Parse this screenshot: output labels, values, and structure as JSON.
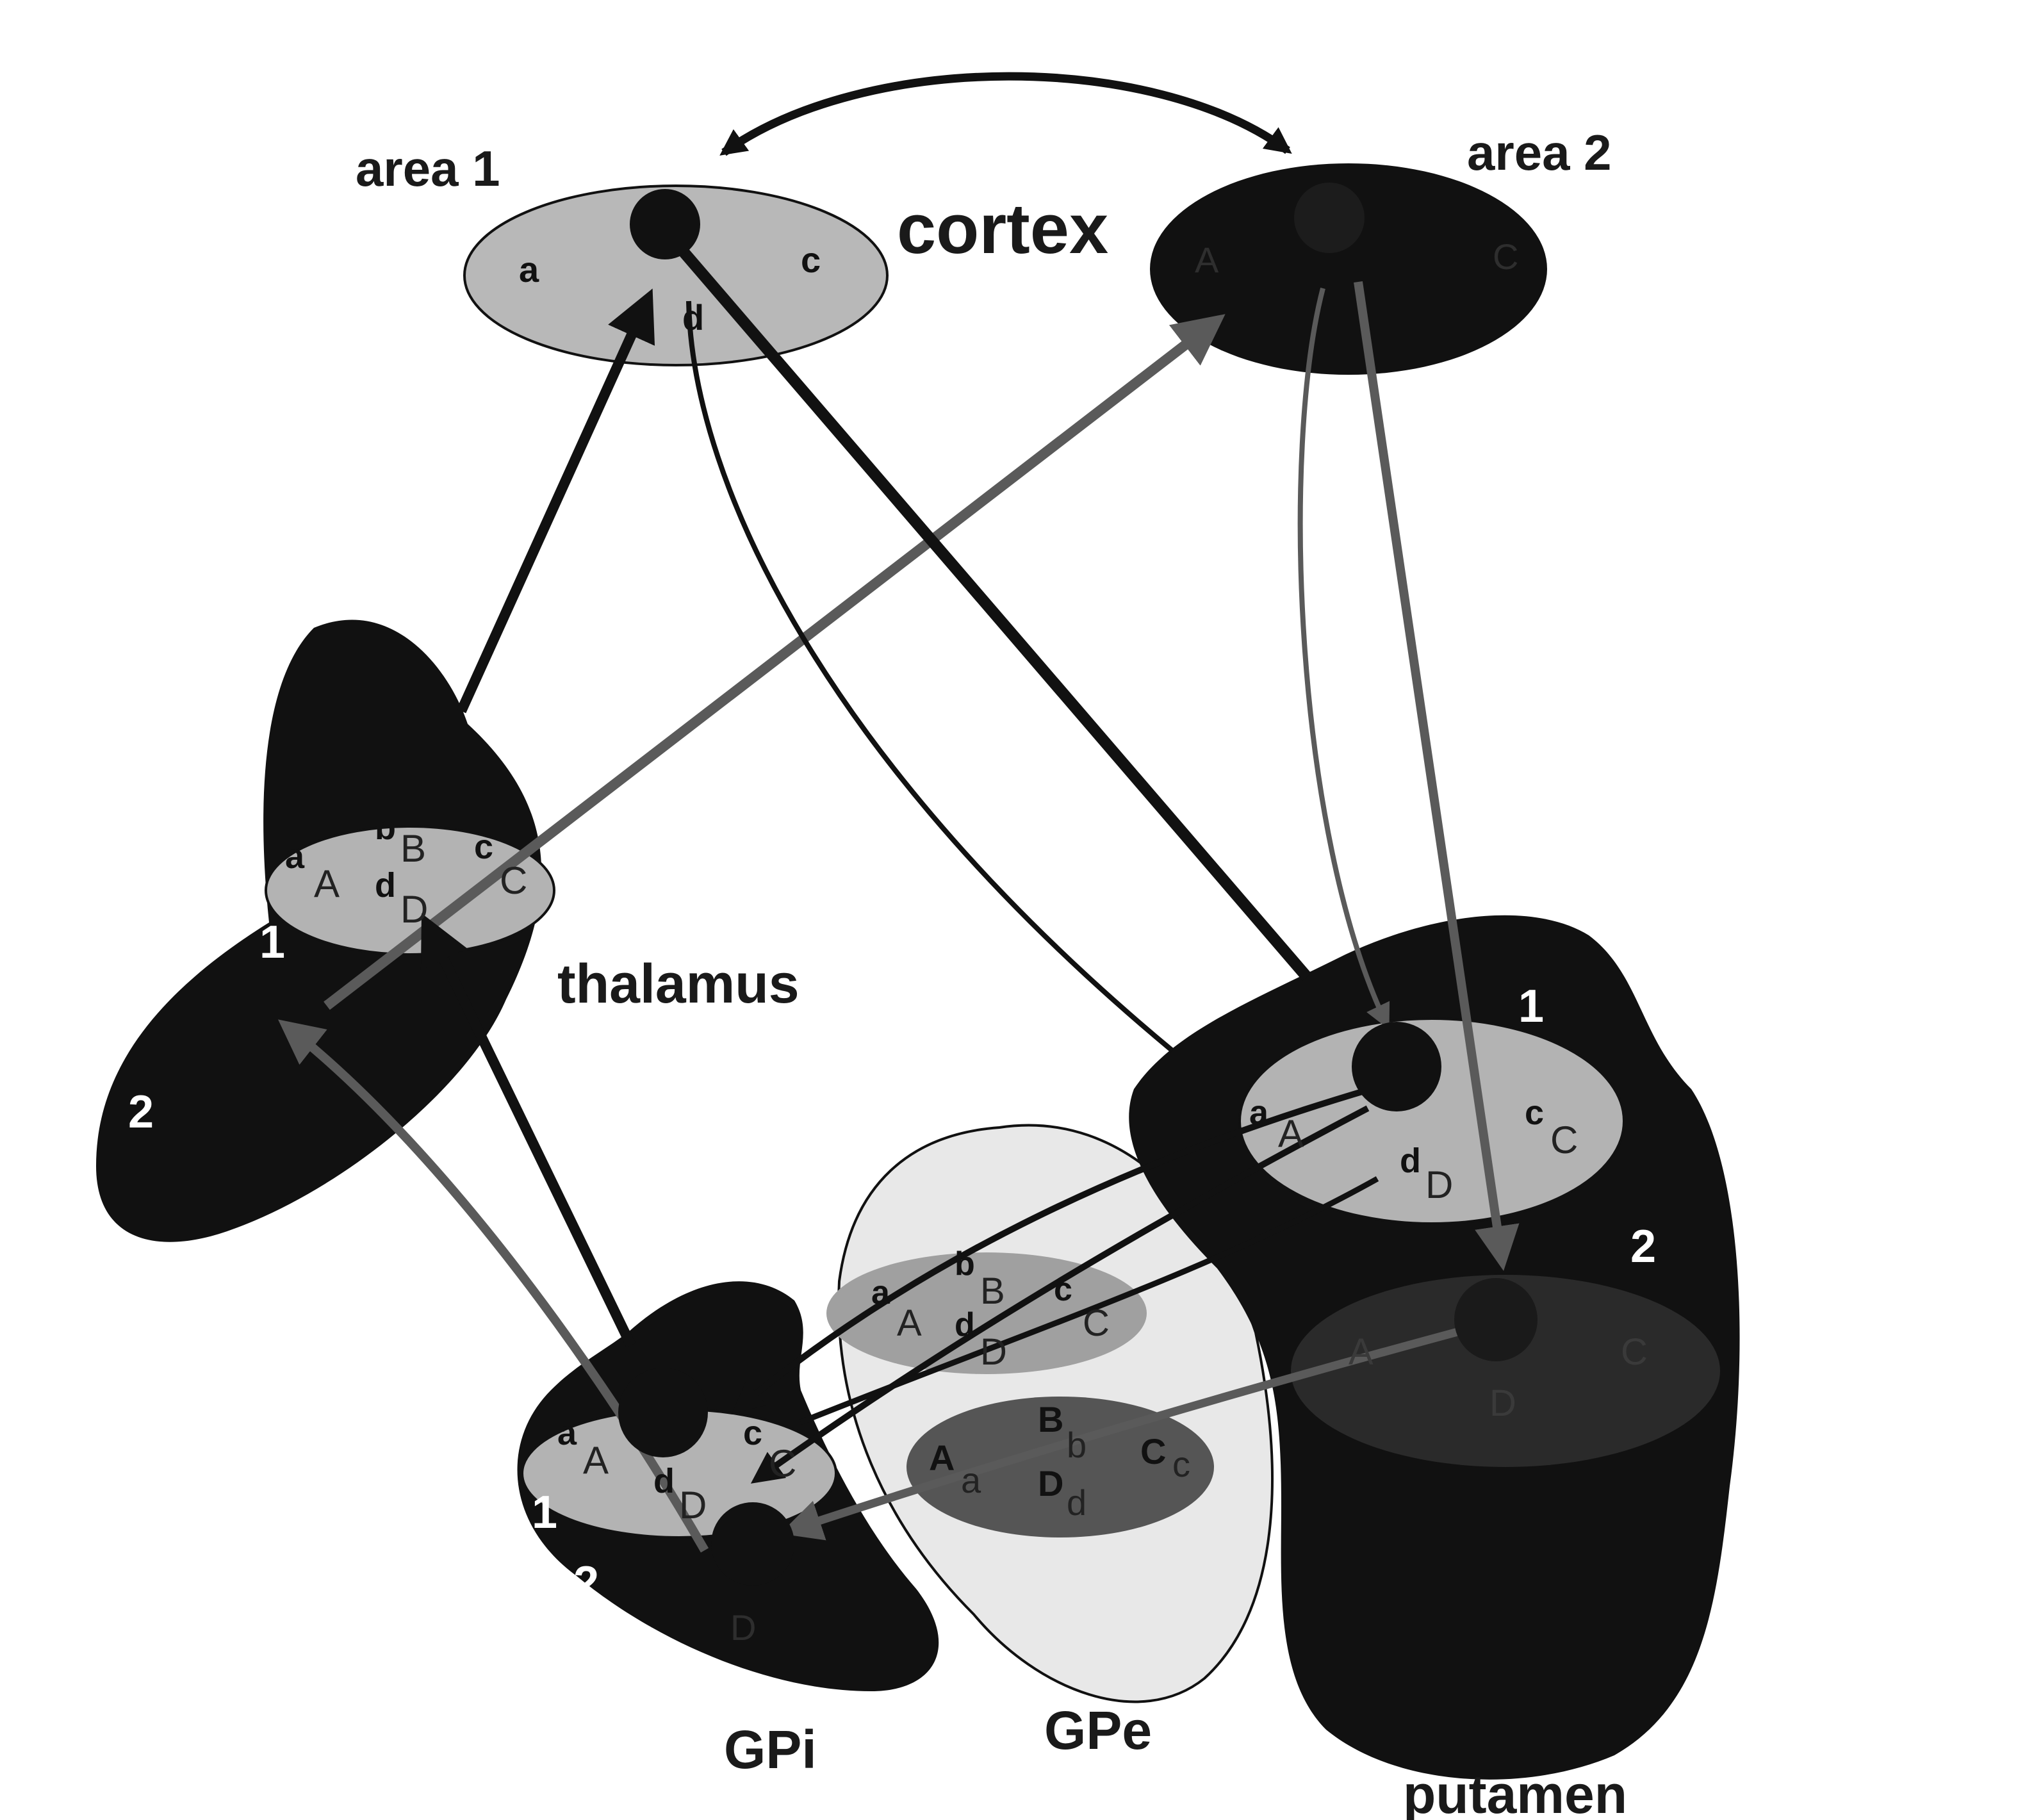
{
  "title": "",
  "structures": {
    "cortex": "cortex",
    "area1": "area 1",
    "area2": "area 2",
    "thalamus": "thalamus",
    "putamen": "putamen",
    "gpi": "GPi",
    "gpe": "GPe"
  },
  "zones": {
    "one": "1",
    "two": "2"
  },
  "subregions": {
    "a": "a",
    "b": "b",
    "c": "c",
    "d": "d",
    "A": "A",
    "B": "B",
    "C": "C",
    "D": "D"
  },
  "colors": {
    "black": "#111111",
    "mid_gray": "#b3b3b3",
    "dark_gray": "#555555",
    "light_gray": "#e6e6e6",
    "gray_arrow": "#5a5a5a"
  }
}
